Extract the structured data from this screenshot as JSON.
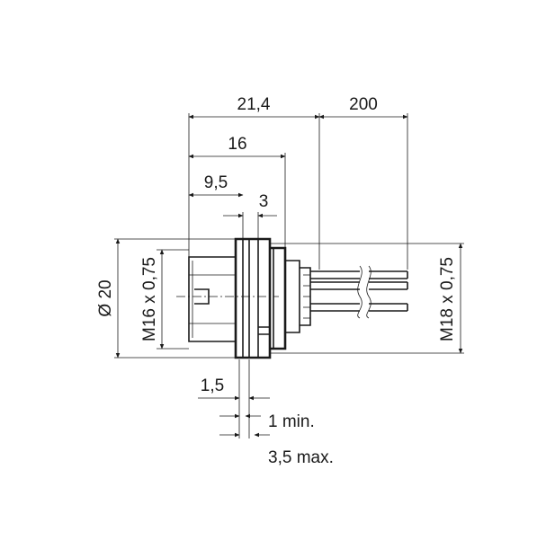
{
  "dimensions": {
    "overall_length": "21,4",
    "cable_length": "200",
    "housing_length": "16",
    "front_length": "9,5",
    "flange_width": "3",
    "panel_offset": "1,5",
    "panel_min": "1 min.",
    "panel_max": "3,5 max.",
    "outer_diameter": "Ø 20",
    "front_thread": "M16 x 0,75",
    "rear_thread": "M18 x 0,75"
  }
}
